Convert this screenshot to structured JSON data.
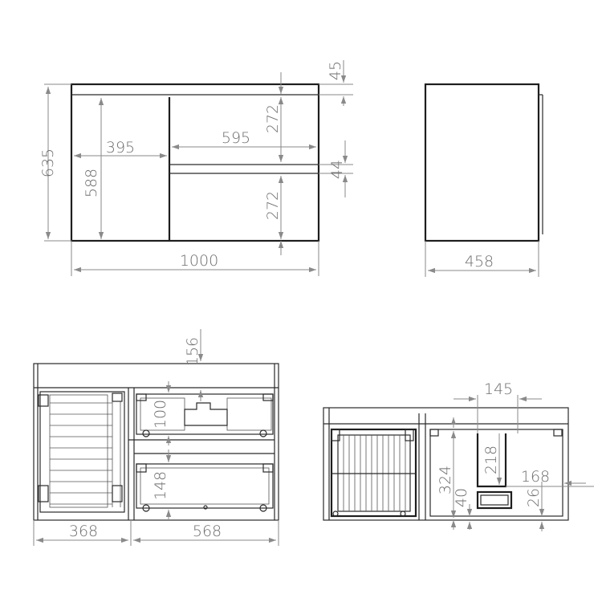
{
  "dimensions": {
    "total_height": "635",
    "door_width": "395",
    "door_height": "588",
    "drawer_width": "595",
    "top_thickness": "45",
    "drawer_top_height": "272",
    "drawer_gap": "44",
    "drawer_bottom_height": "272",
    "total_width": "1000",
    "depth": "458",
    "plan_top_offset": "156",
    "plan_upper_inner": "100",
    "plan_lower_inner": "148",
    "plan_left_width": "368",
    "plan_right_width": "568",
    "side_siphon_width": "145",
    "side_inner_height": "324",
    "side_siphon_height": "218",
    "side_siphon_offset": "168",
    "side_base_height": "40",
    "side_floor_height": "26"
  },
  "colors": {
    "outline": "#1e1e1e",
    "dimension": "#8a8a8a",
    "text": "#6e6e6e"
  }
}
